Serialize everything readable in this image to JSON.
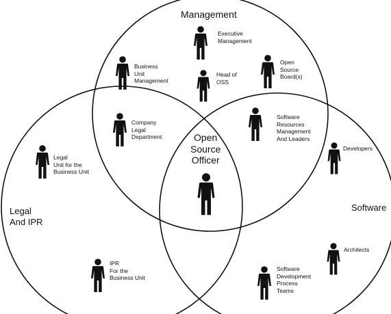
{
  "circles": {
    "management": {
      "title": "Management"
    },
    "legal": {
      "title": "Legal\nAnd IPR"
    },
    "software": {
      "title": "Software"
    }
  },
  "center": {
    "title": "Open\nSource\nOfficer"
  },
  "roles": {
    "executive_management": "Executive\nManagement",
    "business_unit_management": "Business\nUnit\nManagement",
    "head_of_oss": "Head of\nOSS",
    "open_source_boards": "Open\nSource\nBoard(s)",
    "company_legal_department": "Company\nLegal\nDepartment",
    "software_resources_management": "Software\nResources\nManagement\nAnd Leaders",
    "legal_unit": "Legal\nUnit for the\nBusiness Unit",
    "developers": "Developers",
    "ipr_business_unit": "IPR\nFor the\nBusiness Unit",
    "architects": "Architects",
    "software_dev_process_teams": "Software\nDevelopment\nProcess\nTeams"
  },
  "colors": {
    "stroke": "#111111",
    "figure": "#111111",
    "background": "#ffffff"
  },
  "icon": "person-icon"
}
